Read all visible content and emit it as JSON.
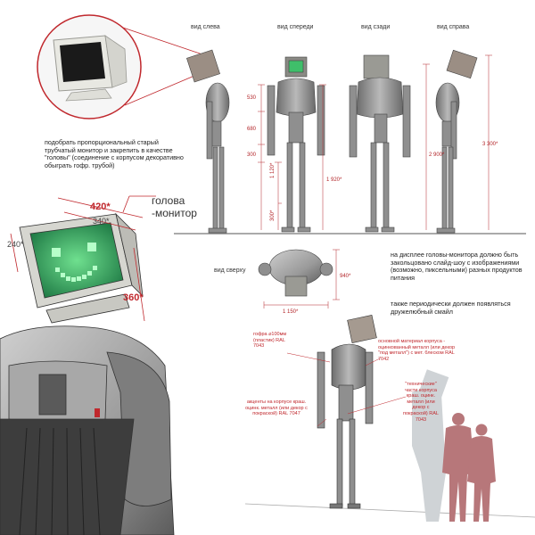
{
  "views": {
    "left": "вид слева",
    "front": "вид спереди",
    "back": "вид сзади",
    "right": "вид справа",
    "top": "вид сверху"
  },
  "dimensions": {
    "d530": "530",
    "d680": "680",
    "d300a": "300",
    "d1920": "1 920*",
    "d1120": "1 120*",
    "d300b": "300*",
    "d2900": "2 900*",
    "d3300": "3 300*",
    "d940": "940*",
    "d1150": "1 150*",
    "w420": "420*",
    "w340": "340*",
    "h240": "240*",
    "d360": "360*"
  },
  "notes": {
    "monitor_hint": "подобрать пропорциональный старый трубчатый монитор и закрепить в качестве \"головы\" (соединение с корпусом декоративно обыграть гофр. трубой)",
    "head_label": "голова -монитор",
    "display_note": "на дисплее головы-монитора должно быть закольцовано слайд-шоу с изображениями (возможно, пиксельными) разных продуктов питания",
    "smile_note": "также периодически должен появляться дружелюбный смайл",
    "gofra": "гофра ⌀100мм (пластик) RAL 7043",
    "main_material": "основной материал корпуса - оцинкованный металл (или декор \"под металл\") с мет. блеском RAL 7042",
    "tech_parts": "\"технические\" части корпуса краш. оцинк. металл (или декор с покраской) RAL 7043",
    "accents": "акценты на корпусе краш. оцинк. металл (или декор с покраской) RAL 7047"
  },
  "colors": {
    "accent_red": "#c0282d",
    "body_gray": "#9a9a9a",
    "screen_green": "#3fbf6a",
    "silhouette": "#b7777a"
  }
}
